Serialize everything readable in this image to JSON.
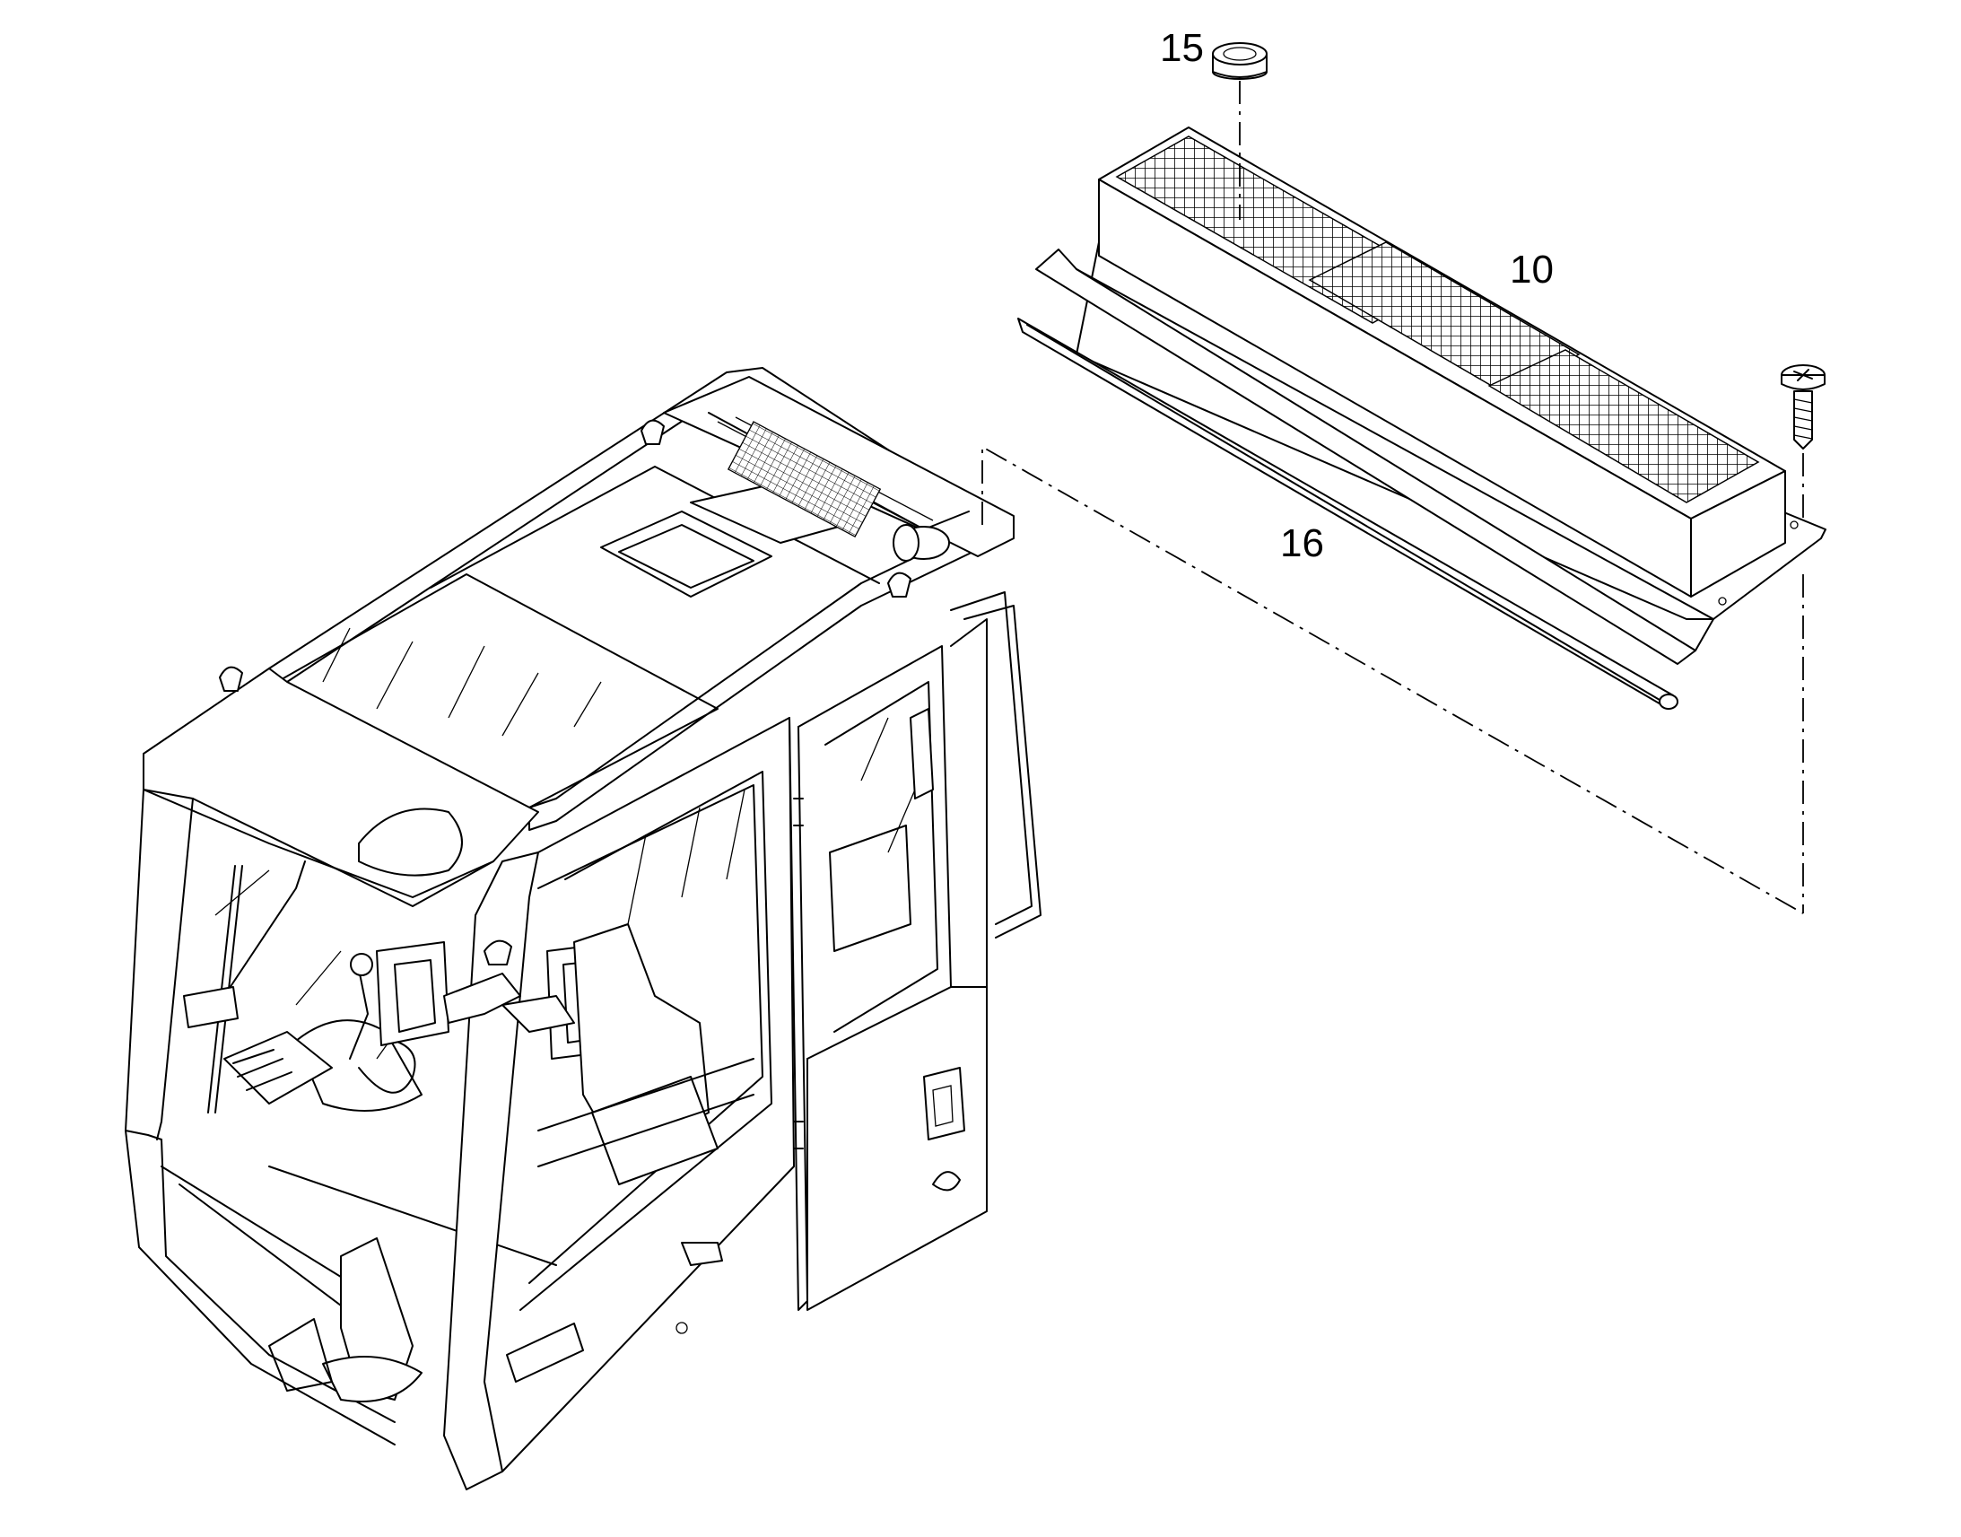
{
  "diagram": {
    "callouts": [
      {
        "id": "c15",
        "label": "15"
      },
      {
        "id": "c10",
        "label": "10"
      },
      {
        "id": "c16",
        "label": "16"
      }
    ],
    "parts": [
      {
        "name": "operator-cab"
      },
      {
        "name": "air-vent-assembly"
      },
      {
        "name": "plug"
      },
      {
        "name": "weather-strip"
      },
      {
        "name": "screw"
      }
    ]
  }
}
